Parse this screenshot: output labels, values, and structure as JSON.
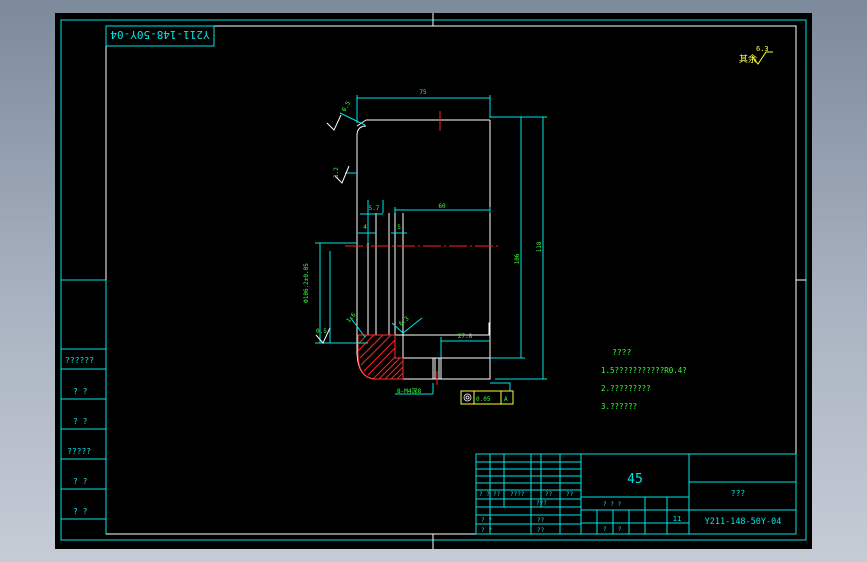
{
  "drawing_no": "Y211-148-50Y-04",
  "drawing_no_mirrored": "Y211-148-50Y-04",
  "surface_mark": "其余",
  "surface_value": "6.3",
  "notes": {
    "title": "????",
    "items": [
      "1.5???????????R0.4?",
      "2.?????????",
      "3.??????"
    ]
  },
  "left_labels": [
    "??????",
    "? ?",
    "? ?",
    "?????",
    "? ?",
    "? ?"
  ],
  "title_block": {
    "material": "45",
    "part_name": "???",
    "code": "Y211-148-50Y-04",
    "scale": "11",
    "row_a": [
      "? ?",
      "??",
      "????",
      "??",
      "??"
    ],
    "row_b": "???",
    "row_c": [
      "? ?",
      "? ?"
    ],
    "row_d": [
      "??",
      "??"
    ],
    "stage": "? ? ?",
    "small": [
      "?",
      "?"
    ]
  },
  "dims": {
    "top": "75",
    "bore": "60",
    "right_h": "118",
    "inner_h": "106",
    "small_a": "5.7",
    "small_b": "4",
    "small_c": "5",
    "bottom_w": "27.8",
    "tol_left": "Ф106.2±0.05",
    "chamfer_a": "0.5",
    "chamfer_b": "3.2",
    "chamfer_c": "1.6",
    "rough_a": "0.5",
    "rough_b": "6.3",
    "thread": "8-M4深8",
    "gdt_tol": "0.05",
    "gdt_datum": "A"
  }
}
